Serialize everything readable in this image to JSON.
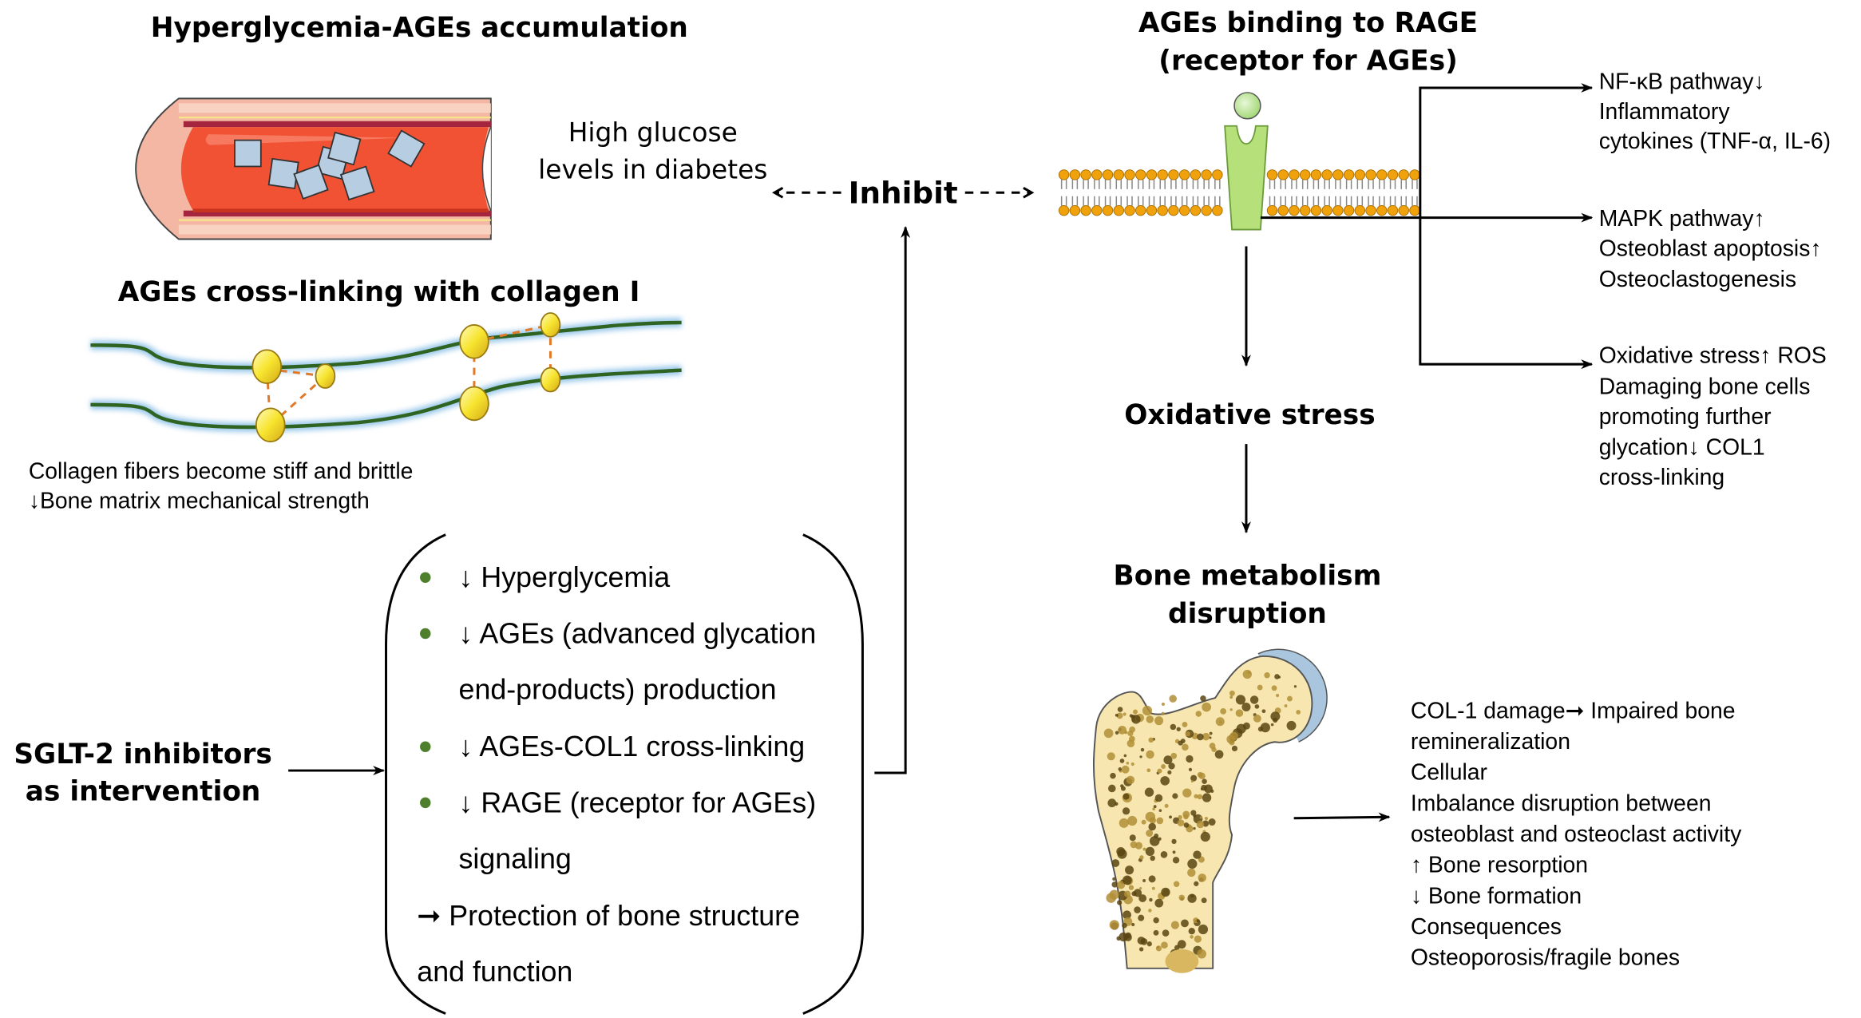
{
  "colors": {
    "bullet": "#4e7f2c",
    "membrane_head": "#f0a20c",
    "receptor": "#b5e07a",
    "ligand": "#a8dc7c",
    "vessel_lumen": "#f15234",
    "crystal": "#b6cde2",
    "ages_particle": "#f5e030",
    "crosslink": "#e07a2a",
    "fiber": "#3c6e2a",
    "bone": "#f8e6b0",
    "cartilage": "#a9c6de"
  },
  "left": {
    "hyperglycemia_title": "Hyperglycemia-AGEs accumulation",
    "glucose_label": [
      "High glucose",
      "levels in diabetes"
    ],
    "crosslink_title": "AGEs cross-linking with collagen I",
    "collagen_notes": [
      "Collagen fibers become stiff and brittle",
      "↓Bone matrix mechanical strength"
    ],
    "intervention_label": [
      "SGLT-2 inhibitors",
      "as intervention"
    ]
  },
  "inhibit_label": "Inhibit",
  "intervention_box": {
    "bullets": [
      {
        "lines": [
          "↓ Hyperglycemia"
        ]
      },
      {
        "lines": [
          "↓ AGEs (advanced glycation",
          "end-products) production"
        ]
      },
      {
        "lines": [
          "↓ AGEs-COL1 cross-linking"
        ]
      },
      {
        "lines": [
          "↓ RAGE (receptor for AGEs)",
          "signaling"
        ]
      }
    ],
    "outcome": [
      "➞ Protection of bone structure",
      "and function"
    ]
  },
  "right": {
    "rage_title": [
      "AGEs binding to RAGE",
      "(receptor for AGEs)"
    ],
    "pathways": [
      {
        "lines": [
          "NF-κB pathway↓",
          "Inflammatory",
          "cytokines (TNF-α, IL-6)"
        ]
      },
      {
        "lines": [
          "MAPK pathway↑",
          "Osteoblast apoptosis↑",
          "Osteoclastogenesis"
        ]
      },
      {
        "lines": [
          "Oxidative stress↑ ROS",
          "Damaging bone cells",
          "promoting further",
          "glycation↓ COL1",
          "cross-linking"
        ]
      }
    ],
    "oxidative_stress": "Oxidative stress",
    "bone_title": [
      "Bone metabolism",
      "disruption"
    ],
    "bone_outcomes": [
      "COL-1 damage➞ Impaired bone",
      "remineralization",
      "Cellular",
      "Imbalance disruption between",
      "osteoblast and osteoclast activity",
      "↑ Bone resorption",
      "↓ Bone formation",
      "Consequences",
      "Osteoporosis/fragile bones"
    ]
  }
}
